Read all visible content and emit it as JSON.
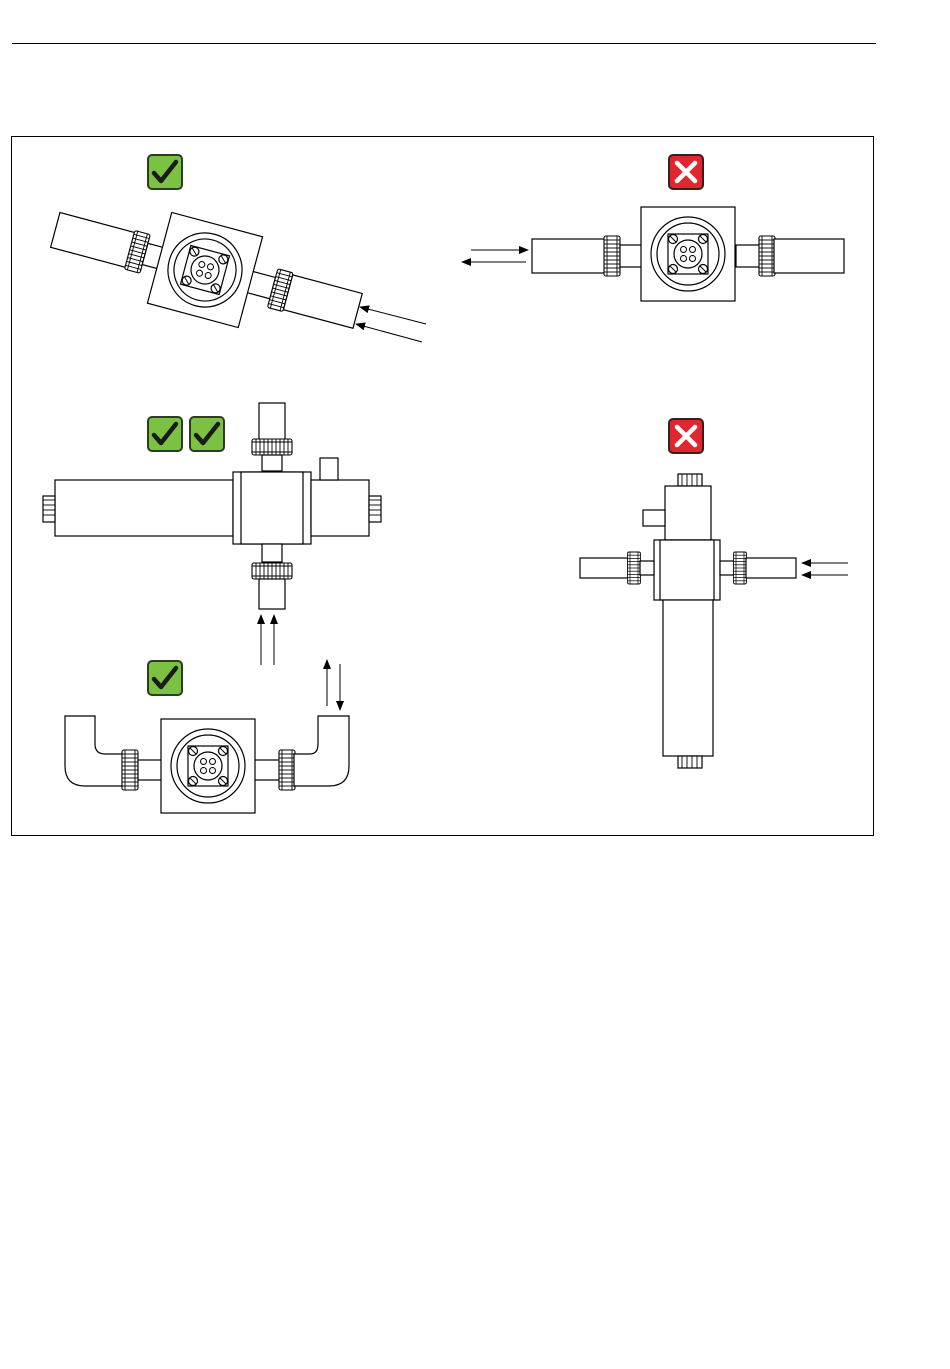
{
  "colors": {
    "ok_fill": "#7cc242",
    "ok_border": "#2e3b24",
    "bad_fill": "#e0262e",
    "bad_border": "#3a1f1f"
  },
  "panels": [
    {
      "name": "horizontal-inclined-flow-up",
      "status": "correct",
      "icon": "check-icon"
    },
    {
      "name": "horizontal-level-pipe",
      "status": "incorrect",
      "icon": "cross-icon"
    },
    {
      "name": "vertical-upward-flow",
      "status": "recommended",
      "icon": "double-check-icon"
    },
    {
      "name": "vertical-downward-flow",
      "status": "incorrect",
      "icon": "cross-icon"
    },
    {
      "name": "u-bend-installation",
      "status": "correct",
      "icon": "check-icon"
    }
  ]
}
